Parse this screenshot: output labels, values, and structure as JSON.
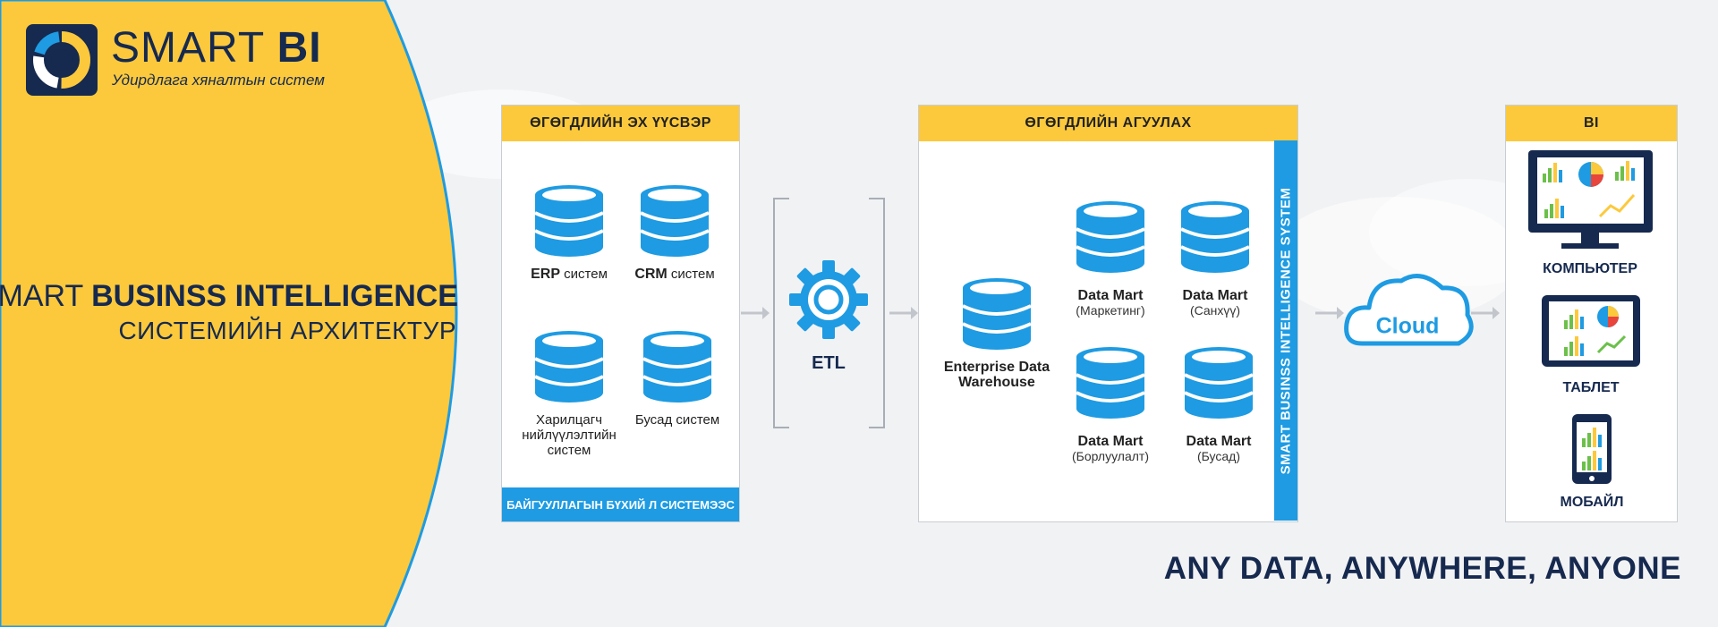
{
  "logo": {
    "brand": "SMART",
    "brand_bold": "BI",
    "tagline": "Удирдлага хяналтын систем"
  },
  "headline": {
    "prefix": "SMART",
    "bold": "BUSINSS INTELLIGENCE",
    "subtitle": "СИСТЕМИЙН АРХИТЕКТУР"
  },
  "sources_panel": {
    "title": "ӨГӨГДЛИЙН ЭХ ҮҮСВЭР",
    "footer": "БАЙГУУЛЛАГЫН БҮХИЙ Л СИСТЕМЭЭС",
    "items": [
      {
        "bold": "ERP",
        "label": "систем"
      },
      {
        "bold": "CRM",
        "label": "систем"
      },
      {
        "line1": "Харилцагч",
        "line2": "нийлүүлэлтийн",
        "line3": "систем"
      },
      {
        "label": "Бусад систем"
      }
    ]
  },
  "etl": {
    "label": "ETL"
  },
  "warehouse_panel": {
    "title": "ӨГӨГДЛИЙН АГУУЛАХ",
    "side_bar": "SMART BUSINSS INTELLIGENCE SYSTEM",
    "edw": {
      "line1": "Enterprise Data",
      "line2": "Warehouse"
    },
    "marts": [
      {
        "name": "Data Mart",
        "sub": "(Маркетинг)"
      },
      {
        "name": "Data Mart",
        "sub": "(Санхүү)"
      },
      {
        "name": "Data Mart",
        "sub": "(Борлуулалт)"
      },
      {
        "name": "Data Mart",
        "sub": "(Бусад)"
      }
    ]
  },
  "cloud": {
    "label": "Cloud"
  },
  "bi_panel": {
    "title": "BI",
    "devices": [
      {
        "label": "КОМПЬЮТЕР",
        "icon": "desktop-monitor-icon"
      },
      {
        "label": "ТАБЛЕТ",
        "icon": "tablet-icon"
      },
      {
        "label": "МОБАЙЛ",
        "icon": "mobile-phone-icon"
      }
    ]
  },
  "tagline": "ANY DATA, ANYWHERE, ANYONE",
  "colors": {
    "navy": "#16294f",
    "yellow": "#fcc93c",
    "blue": "#1e9be2",
    "background": "#f1f2f4"
  }
}
